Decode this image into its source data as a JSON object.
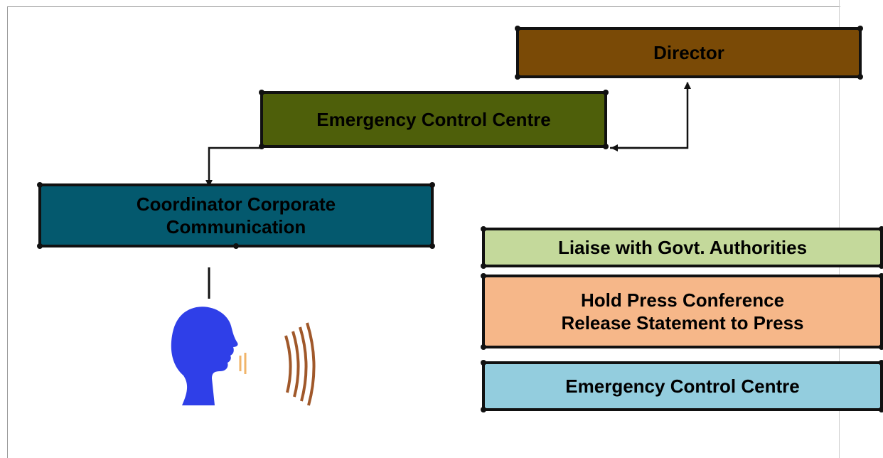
{
  "colors": {
    "director": "#7a4a06",
    "emergency_control_centre_top": "#4e5f0a",
    "coordinator": "#04596e",
    "liaise": "#c4d99b",
    "press": "#f6b789",
    "emergency_control_centre_bottom": "#93cdde",
    "person_head": "#2f3fe8",
    "sound_waves": "#a0582a"
  },
  "boxes": {
    "director": {
      "label": "Director"
    },
    "emergency_control_centre_top": {
      "label": "Emergency Control Centre"
    },
    "coordinator": {
      "label": "Coordinator Corporate\nCommunication"
    },
    "liaise": {
      "label": "Liaise with Govt. Authorities"
    },
    "press": {
      "label": "Hold Press Conference\nRelease Statement to Press"
    },
    "emergency_control_centre_bottom": {
      "label": "Emergency Control Centre"
    }
  },
  "icons": {
    "speaker": "speaking-person-icon",
    "waves": "sound-waves-icon"
  }
}
